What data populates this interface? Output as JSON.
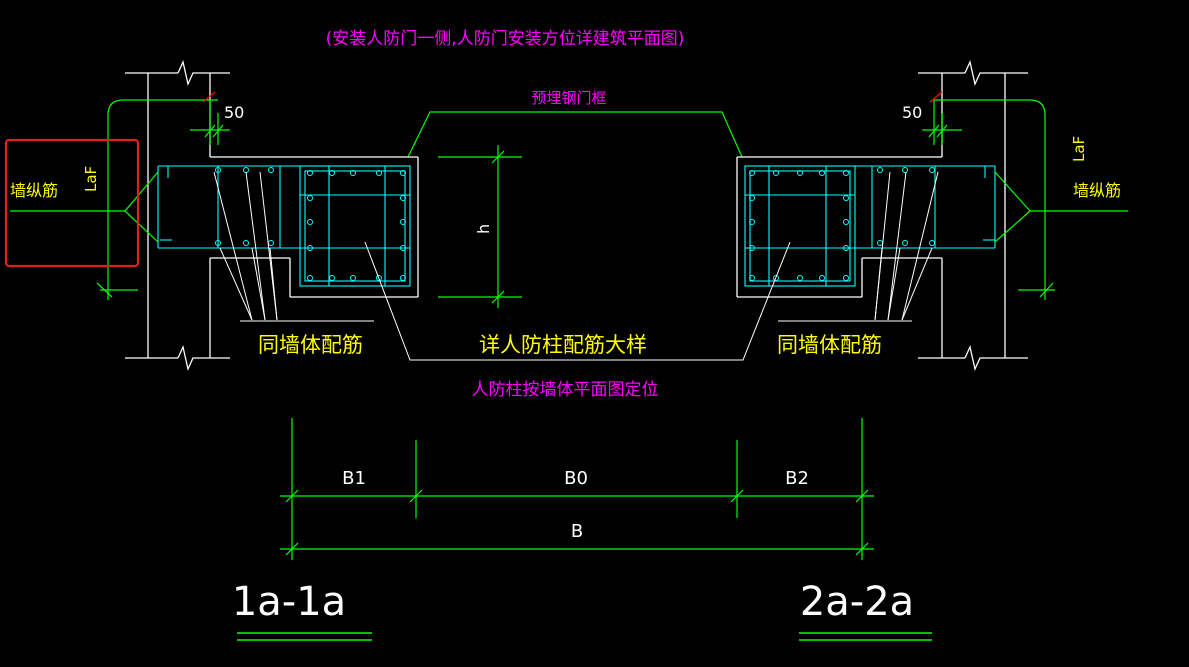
{
  "labels": {
    "title_note": "(安装人防门一侧,人防门安装方位详建筑平面图)",
    "embedded_frame": "预埋钢门框",
    "dim_50_left": "50",
    "dim_50_right": "50",
    "laf_left": "LaF",
    "laf_right": "LaF",
    "wall_rebar_left": "墙纵筋",
    "wall_rebar_right": "墙纵筋",
    "dim_h": "h",
    "same_wall_left": "同墙体配筋",
    "same_wall_right": "同墙体配筋",
    "column_detail": "详人防柱配筋大样",
    "column_position": "人防柱按墙体平面图定位",
    "dim_B1": "B1",
    "dim_B0": "B0",
    "dim_B2": "B2",
    "dim_B": "B",
    "section_left": "1a-1a",
    "section_right": "2a-2a"
  },
  "colors": {
    "background": "#000000",
    "white": "#ffffff",
    "green": "#00ff00",
    "cyan": "#00ffff",
    "yellow": "#ffff00",
    "magenta": "#ff00ff",
    "red": "#ff0000",
    "highlight": "#e02020"
  }
}
